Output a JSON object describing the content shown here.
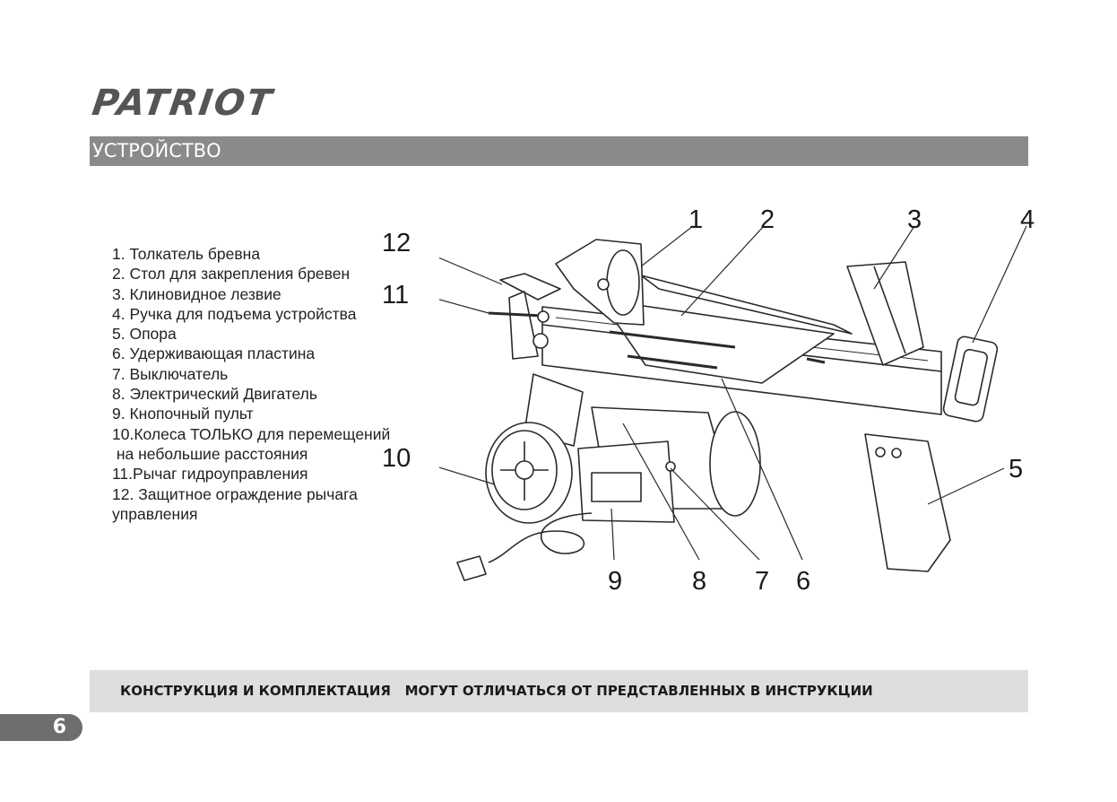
{
  "brand": "PATRIOT",
  "section_title": "УСТРОЙСТВО",
  "legend": [
    "1. Толкатель бревна",
    "2. Стол для закрепления бревен",
    "3. Клиновидное лезвие",
    "4. Ручка для подъема устройства",
    "5. Опора",
    "6. Удерживающая пластина",
    "7. Выключатель",
    "8. Электрический Двигатель",
    "9. Кнопочный пульт",
    "10.Колеса ТОЛЬКО для перемещений",
    " на небольшие расстояния",
    "11.Рычаг гидроуправления",
    "12. Защитное ограждение рычага",
    "управления"
  ],
  "callouts": [
    "1",
    "2",
    "3",
    "4",
    "5",
    "6",
    "7",
    "8",
    "9",
    "10",
    "11",
    "12"
  ],
  "disclaimer": "КОНСТРУКЦИЯ И КОМПЛЕКТАЦИЯ   МОГУТ ОТЛИЧАТЬСЯ ОТ ПРЕДСТАВЛЕННЫХ В ИНСТРУКЦИИ",
  "page_number": "6"
}
